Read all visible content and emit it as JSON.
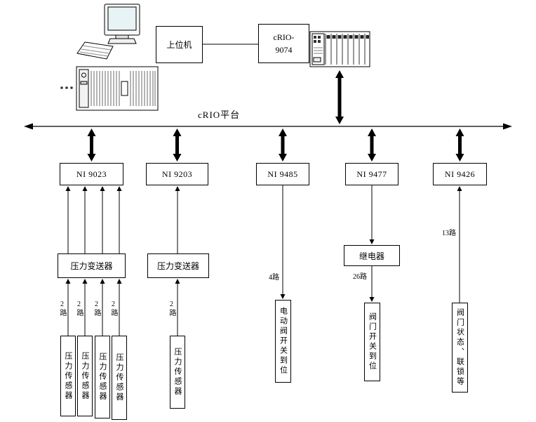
{
  "colors": {
    "line": "#000000",
    "background": "#ffffff"
  },
  "icons": {
    "workstation": "desktop-computer-icon",
    "server": "server-icon",
    "controller_chassis": "crio-chassis-icon"
  },
  "host": {
    "label": "上位机"
  },
  "controller": {
    "label": "cRIO-\n9074"
  },
  "bus": {
    "label": "cRIO平台"
  },
  "modules": [
    {
      "label": "NI 9023"
    },
    {
      "label": "NI 9203"
    },
    {
      "label": "NI 9485"
    },
    {
      "label": "NI 9477"
    },
    {
      "label": "NI 9426"
    }
  ],
  "pressure_group_a": {
    "transmitter_label": "压力变送器",
    "channel_labels": [
      "2路",
      "2路",
      "2路",
      "2路"
    ],
    "sensor_labels": [
      "压力传感器",
      "压力传感器",
      "压力传感器",
      "压力传感器"
    ]
  },
  "pressure_group_b": {
    "transmitter_label": "压力变送器",
    "channel_label": "2路",
    "sensor_label": "压力传感器"
  },
  "valve_feedback_group": {
    "channel_label": "4路",
    "device_label": "电动阀开关到位"
  },
  "relay_group": {
    "relay_label": "继电器",
    "channel_label": "26路",
    "device_label": "阀门开关到位"
  },
  "status_group": {
    "channel_label": "13路",
    "device_label": "阀门状态、联锁等"
  }
}
